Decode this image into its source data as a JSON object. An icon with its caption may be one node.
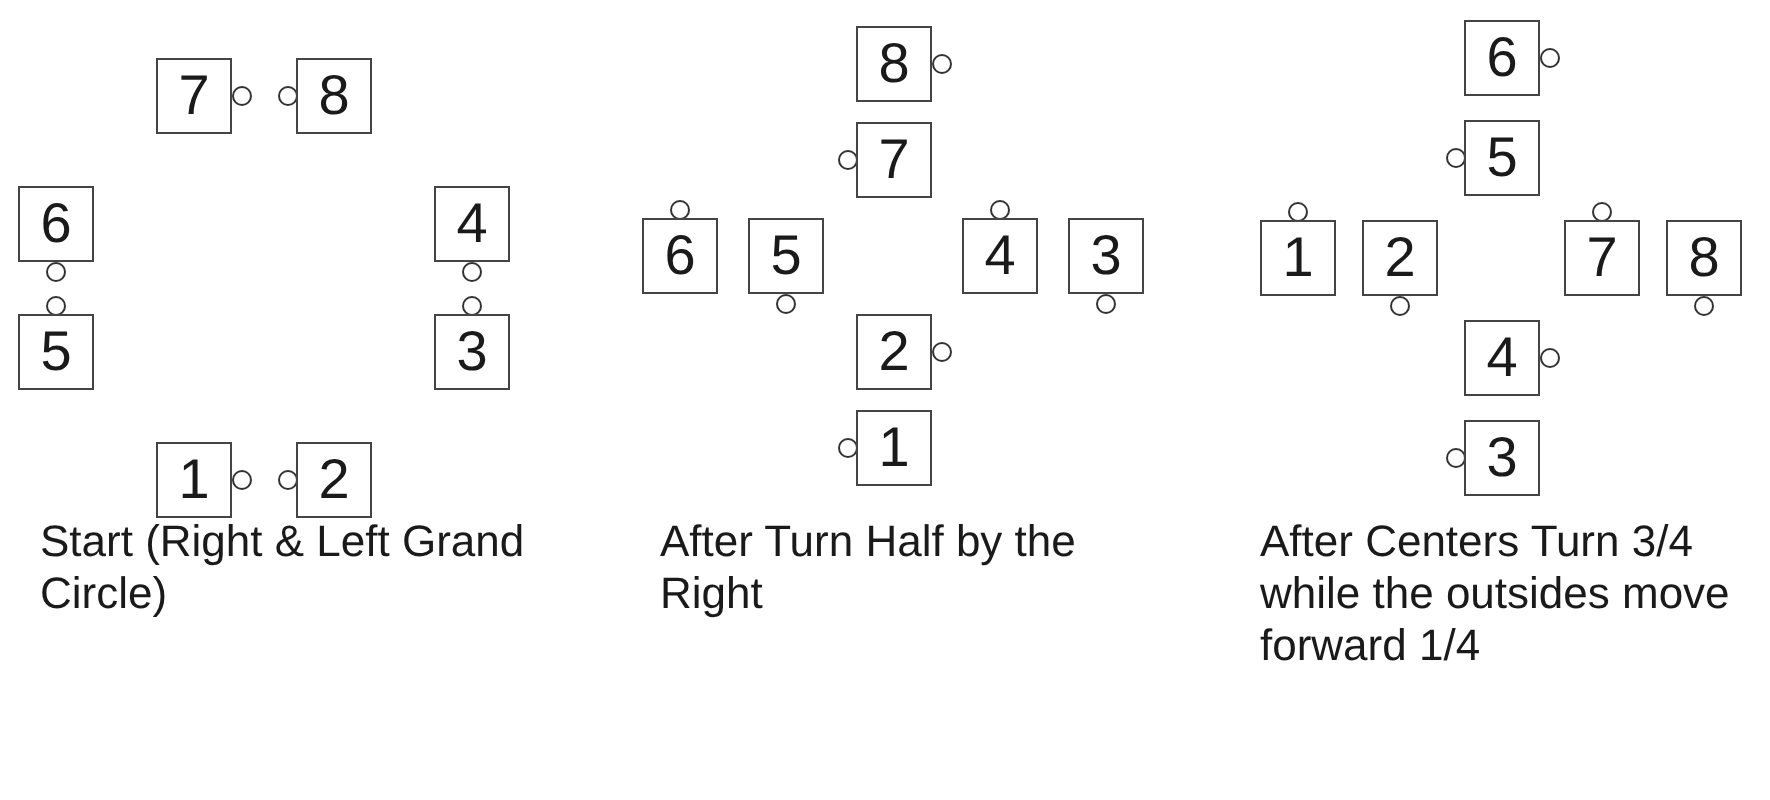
{
  "diagram": {
    "nodes": [
      {
        "text": [
          "7"
        ]
      },
      {
        "text": [
          "8"
        ]
      },
      {
        "text": [
          "6"
        ]
      },
      {
        "text": [
          "4"
        ]
      },
      {
        "text": [
          "5"
        ]
      },
      {
        "text": [
          "3"
        ]
      },
      {
        "text": [
          "1"
        ]
      },
      {
        "text": [
          "2"
        ]
      },
      {
        "text": [
          "8"
        ]
      },
      {
        "text": [
          "7"
        ]
      },
      {
        "text": [
          "6"
        ]
      },
      {
        "text": [
          "5"
        ]
      },
      {
        "text": [
          "4"
        ]
      },
      {
        "text": [
          "3"
        ]
      },
      {
        "text": [
          "2"
        ]
      },
      {
        "text": [
          "1"
        ]
      },
      {
        "text": [
          "6"
        ]
      },
      {
        "text": [
          "5"
        ]
      },
      {
        "text": [
          "1"
        ]
      },
      {
        "text": [
          "2"
        ]
      },
      {
        "text": [
          "7"
        ]
      },
      {
        "text": [
          "8"
        ]
      },
      {
        "text": [
          "4"
        ]
      },
      {
        "text": [
          "3"
        ]
      }
    ],
    "labels": [
      "Start (Right & Left Grand Circle)",
      "After Turn Half by the Right",
      "After Centers Turn 3/4 while the outsides move forward 1/4"
    ]
  }
}
